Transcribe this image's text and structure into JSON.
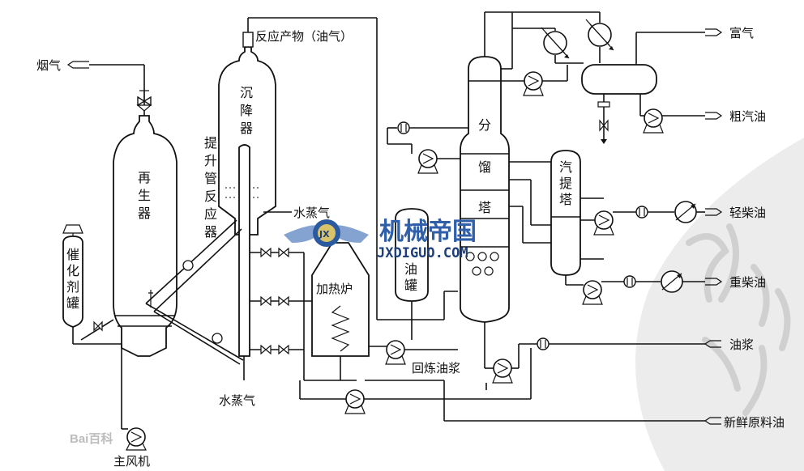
{
  "labels": {
    "flue_gas": "烟气",
    "reaction_product": "反应产物（油气）",
    "settler": "沉降器",
    "riser": "提升管反应器",
    "regenerator": "再生器",
    "catalyst_tank": "催化剂罐",
    "steam_top": "水蒸气",
    "steam_bottom": "水蒸气",
    "heating_furnace": "加热炉",
    "oil_tank": "油罐",
    "recycle_oil": "回炼油浆",
    "main_blower": "主风机",
    "fractionator_1": "分",
    "fractionator_2": "馏",
    "fractionator_3": "塔",
    "stripper": "汽提塔",
    "rich_gas": "富气",
    "crude_gasoline": "粗汽油",
    "light_diesel": "轻柴油",
    "heavy_diesel": "重柴油",
    "slurry": "油浆",
    "fresh_feed": "新鲜原料油"
  },
  "watermark": {
    "logo_letters": "JX",
    "title": "机械帝国",
    "url": "JXDIGUO.COM"
  },
  "baidu_mark": "Bai百科"
}
